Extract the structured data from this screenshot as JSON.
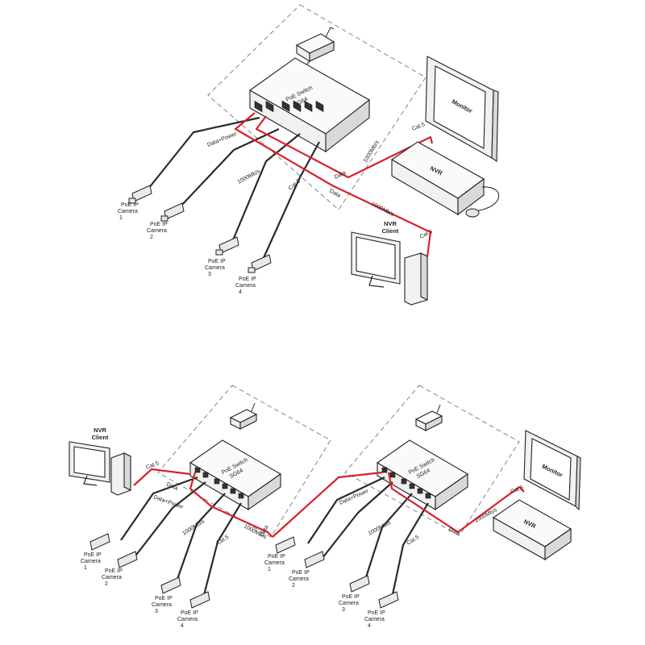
{
  "diagram1": {
    "switch": {
      "line1": "PoE Switch",
      "line2": "SG64"
    },
    "monitor": "Monitor",
    "nvr": "NVR",
    "nvr_client": {
      "line1": "NVR",
      "line2": "Client"
    },
    "cables": {
      "data_power": "Data+Power",
      "speed_cams": "1000Mb/s",
      "cat5_cams": "Cat.5",
      "data_nvr": "Data",
      "speed_nvr": "1000Mb/s",
      "cat5_nvr": "Cat.5",
      "data_client": "Data",
      "speed_client": "1000Mb/s",
      "cat5_client": "Cat.5"
    },
    "cameras": [
      {
        "l1": "PoE IP",
        "l2": "Camera",
        "l3": "1"
      },
      {
        "l1": "PoE IP",
        "l2": "Camera",
        "l3": "2"
      },
      {
        "l1": "PoE IP",
        "l2": "Camera",
        "l3": "3"
      },
      {
        "l1": "PoE IP",
        "l2": "Camera",
        "l3": "4"
      }
    ]
  },
  "diagram2": {
    "switch_left": {
      "line1": "PoE Switch",
      "line2": "SG64"
    },
    "switch_right": {
      "line1": "PoE Switch",
      "line2": "SG64"
    },
    "nvr_client": {
      "line1": "NVR",
      "line2": "Client"
    },
    "monitor": "Monitor",
    "nvr": "NVR",
    "cables": {
      "cat5_client": "Cat.5",
      "data_client": "Data",
      "data_power_left": "Data+Power",
      "speed_cams_left": "1000Mb/s",
      "cat5_cams_left": "Cat.5",
      "speed_link": "1000Mb/s",
      "data_link": "Data",
      "data_power_right": "Data+Power",
      "speed_cams_right": "1000Mb/s",
      "cat5_cams_right": "Cat.5",
      "cat5_nvr": "Cat.5",
      "speed_nvr": "1000Mb/s",
      "data_nvr": "Data"
    },
    "cameras_left": [
      {
        "l1": "PoE IP",
        "l2": "Camera",
        "l3": "1"
      },
      {
        "l1": "PoE IP",
        "l2": "Camera",
        "l3": "2"
      },
      {
        "l1": "PoE IP",
        "l2": "Camera",
        "l3": "3"
      },
      {
        "l1": "PoE IP",
        "l2": "Camera",
        "l3": "4"
      }
    ],
    "cameras_right": [
      {
        "l1": "PoE IP",
        "l2": "Camera",
        "l3": "1"
      },
      {
        "l1": "PoE IP",
        "l2": "Camera",
        "l3": "2"
      },
      {
        "l1": "PoE IP",
        "l2": "Camera",
        "l3": "3"
      },
      {
        "l1": "PoE IP",
        "l2": "Camera",
        "l3": "4"
      }
    ]
  }
}
